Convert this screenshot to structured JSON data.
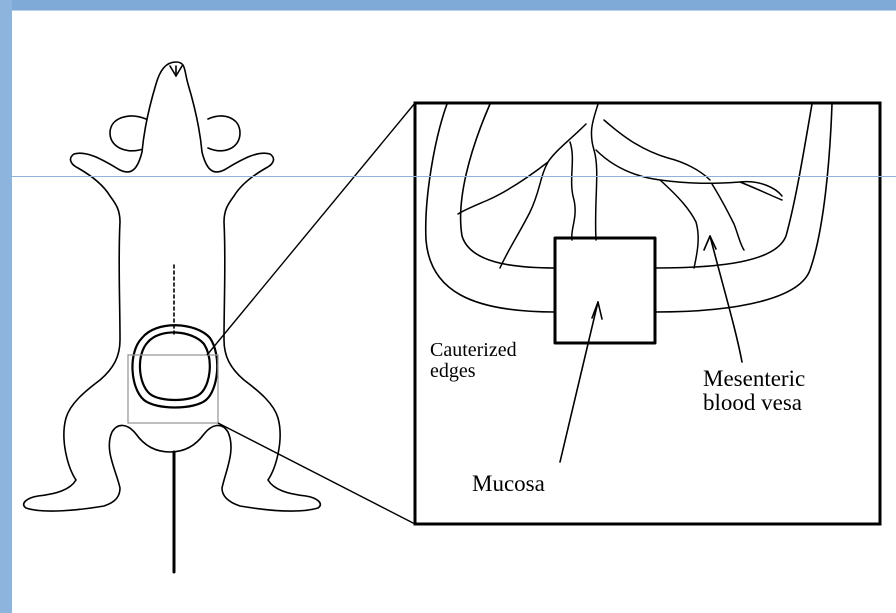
{
  "colors": {
    "frame": "#8db4dc",
    "guide_line": "#8fb3d9",
    "stroke": "#000000",
    "callout_box_stroke": "#9a9a9a"
  },
  "labels": {
    "cauterized_edges": [
      "Cauterized",
      "edges"
    ],
    "mesenteric": [
      "Mesenteric",
      "blood vesa"
    ],
    "mucosa": "Mucosa"
  }
}
